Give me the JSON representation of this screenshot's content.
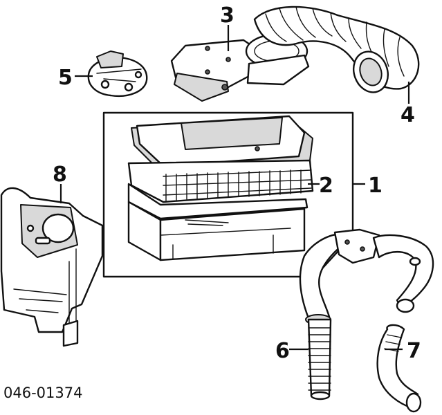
{
  "callouts": {
    "c1": "1",
    "c2": "2",
    "c3": "3",
    "c4": "4",
    "c5": "5",
    "c6": "6",
    "c7": "7",
    "c8": "8"
  },
  "part_code": "046-01374"
}
